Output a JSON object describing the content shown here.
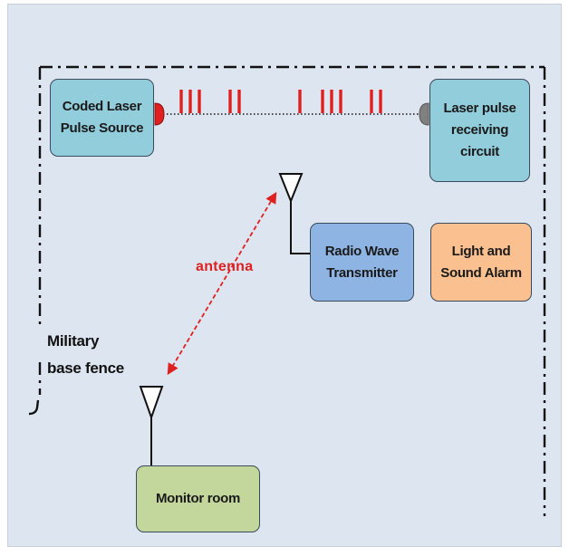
{
  "diagram": {
    "boxes": {
      "coded_laser_source": {
        "label": "Coded Laser\nPulse Source",
        "fill": "#92cddc"
      },
      "laser_receiver": {
        "label": "Laser pulse\nreceiving\ncircuit",
        "fill": "#92cddc"
      },
      "radio_transmitter": {
        "label": "Radio Wave\nTransmitter",
        "fill": "#8eb4e3"
      },
      "alarm": {
        "label": "Light and\nSound Alarm",
        "fill": "#fac090"
      },
      "monitor_room": {
        "label": "Monitor room",
        "fill": "#c3d69b"
      }
    },
    "antenna_label": "antenna",
    "fence_label": "Military\nbase fence",
    "colors": {
      "background": "#dde6f0",
      "pulse": "#e02020",
      "link": "#e02020",
      "fence": "#111111",
      "emitter": "#e02020",
      "receiver": "#808080"
    }
  }
}
